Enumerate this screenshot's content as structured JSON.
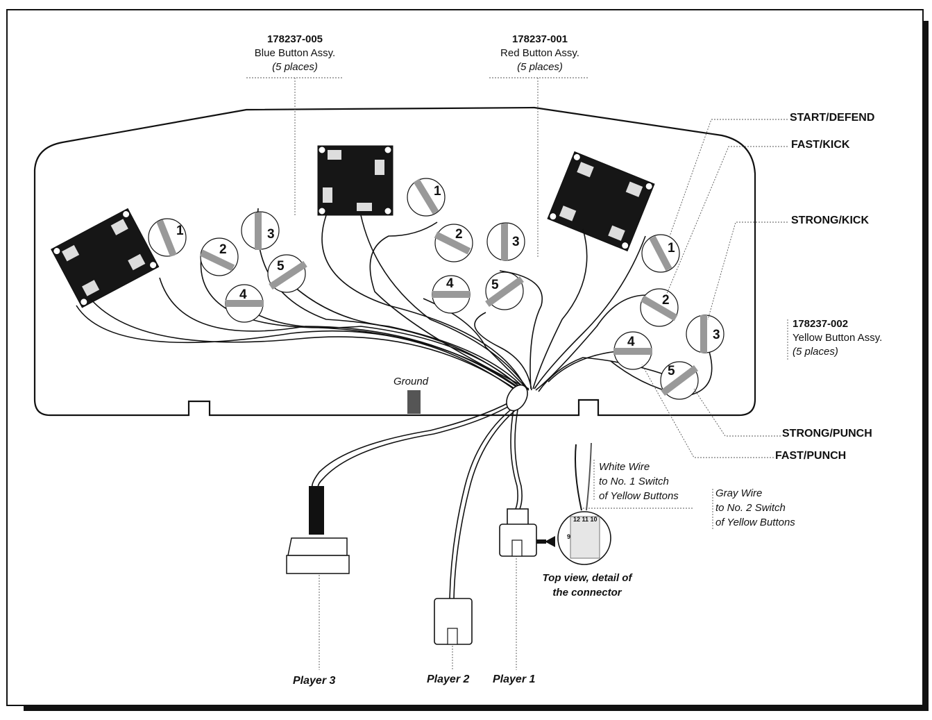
{
  "parts": {
    "blue": {
      "number": "178237-005",
      "description": "Blue Button Assy.",
      "places": "(5 places)"
    },
    "red": {
      "number": "178237-001",
      "description": "Red Button Assy.",
      "places": "(5 places)"
    },
    "yellow": {
      "number": "178237-002",
      "description": "Yellow Button Assy.",
      "places": "(5 places)"
    }
  },
  "functions": {
    "start_defend": "START/DEFEND",
    "fast_kick": "FAST/KICK",
    "strong_kick": "STRONG/KICK",
    "strong_punch": "STRONG/PUNCH",
    "fast_punch": "FAST/PUNCH"
  },
  "ground": "Ground",
  "button_numbers": [
    "1",
    "2",
    "3",
    "4",
    "5"
  ],
  "connector_pins": {
    "top": "12 11 10",
    "side": "9"
  },
  "white_wire": [
    "White Wire",
    "to No. 1 Switch",
    "of Yellow Buttons"
  ],
  "gray_wire": [
    "Gray Wire",
    "to No. 2 Switch",
    "of Yellow Buttons"
  ],
  "caption": [
    "Top view, detail of",
    "the connector"
  ],
  "players": {
    "p1": "Player 1",
    "p2": "Player 2",
    "p3": "Player 3"
  }
}
